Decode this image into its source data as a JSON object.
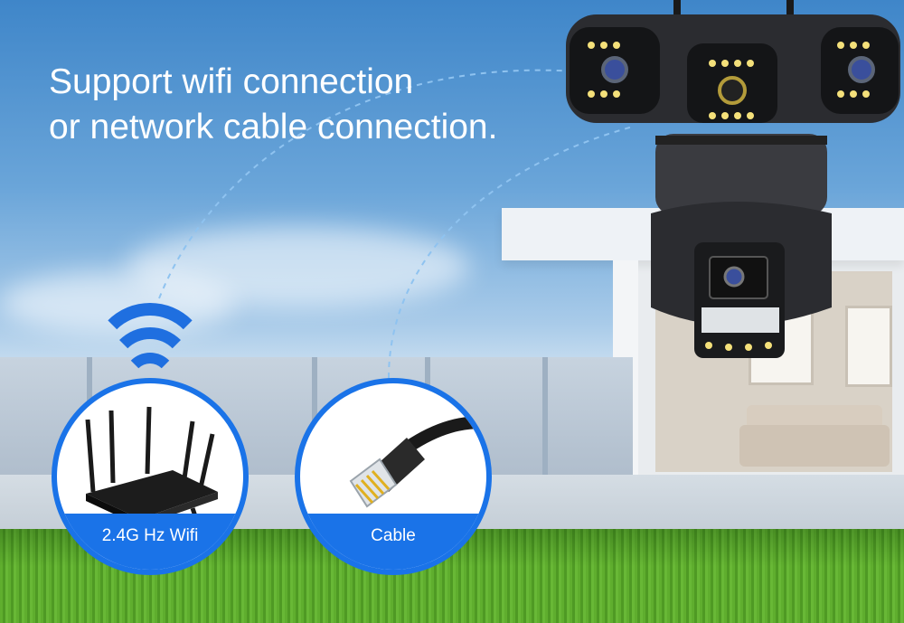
{
  "headline": {
    "line1": "Support wifi connection",
    "line2": "or network cable connection."
  },
  "options": [
    {
      "label": "2.4G Hz Wifi",
      "icon": "router-icon"
    },
    {
      "label": "Cable",
      "icon": "ethernet-cable-icon"
    }
  ],
  "colors": {
    "accent_blue": "#1a73e8",
    "text": "#ffffff",
    "camera_body": "#2b2c30",
    "led": "#f4e07a"
  }
}
